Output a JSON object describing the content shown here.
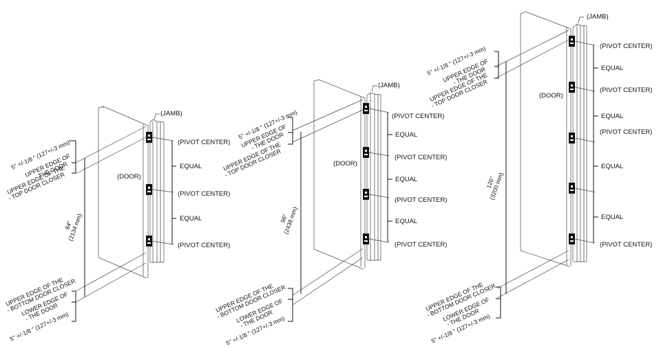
{
  "title": "Pivot hinge placement diagrams for three door heights",
  "common_labels": {
    "jamb": "(JAMB)",
    "door": "(DOOR)",
    "pivot_center": "(PIVOT CENTER)",
    "equal": "EQUAL",
    "tolerance": "5\" +/-1/8 \" (127+/-3 mm)",
    "upper_edge_door_1": "UPPER EDGE OF",
    "upper_edge_door_2": "- THE DOOR",
    "upper_edge_top_closer_1": "UPPER EDGE OF THE",
    "upper_edge_top_closer_2": "- TOP DOOR CLOSER",
    "upper_edge_bottom_closer_1": "UPPER EDGE OF THE",
    "upper_edge_bottom_closer_2": "- BOTTOM DOOR CLOSER",
    "lower_edge_door_1": "LOWER EDGE OF",
    "lower_edge_door_2": "- THE DOOR"
  },
  "doors": [
    {
      "id": "door-84",
      "height_in": "84\"",
      "height_mm": "(2134 mm)",
      "pivot_count": 3,
      "equal_spacings": 2
    },
    {
      "id": "door-96",
      "height_in": "96\"",
      "height_mm": "(2438 mm)",
      "pivot_count": 4,
      "equal_spacings": 3
    },
    {
      "id": "door-126",
      "height_in": "126\"",
      "height_mm": "(3200 mm)",
      "pivot_count": 5,
      "equal_spacings": 4
    }
  ]
}
